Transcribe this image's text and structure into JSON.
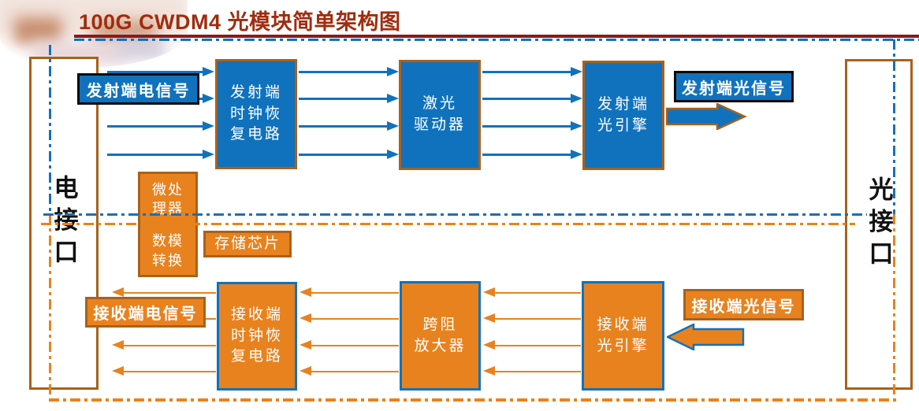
{
  "header": {
    "title": "100G CWDM4 光模块简单架构图"
  },
  "interfaces": {
    "electrical": "电接口",
    "optical": "光接口"
  },
  "tx_path": {
    "input_signal_label": "发射端电信号",
    "output_signal_label": "发射端光信号",
    "lanes": 4,
    "blocks": {
      "cdr": "发射端\n时钟恢\n复电路",
      "laser_driver": "激光\n驱动器",
      "optical_engine": "发射端\n光引擎"
    }
  },
  "rx_path": {
    "input_signal_label": "接收端光信号",
    "output_signal_label": "接收端电信号",
    "lanes": 4,
    "blocks": {
      "cdr": "接收端\n时钟恢\n复电路",
      "tia": "跨阻\n放大器",
      "optical_engine": "接收端\n光引擎"
    }
  },
  "support_blocks": {
    "mcu": "微处\n理器",
    "dac": "数模\n转换",
    "memory": "存储芯片"
  },
  "colors": {
    "blue": "#1072BD",
    "orange": "#E8821E",
    "box_border_brown": "#A9611B",
    "title_red": "#A02C0E",
    "rule_red": "#8B1A18"
  }
}
